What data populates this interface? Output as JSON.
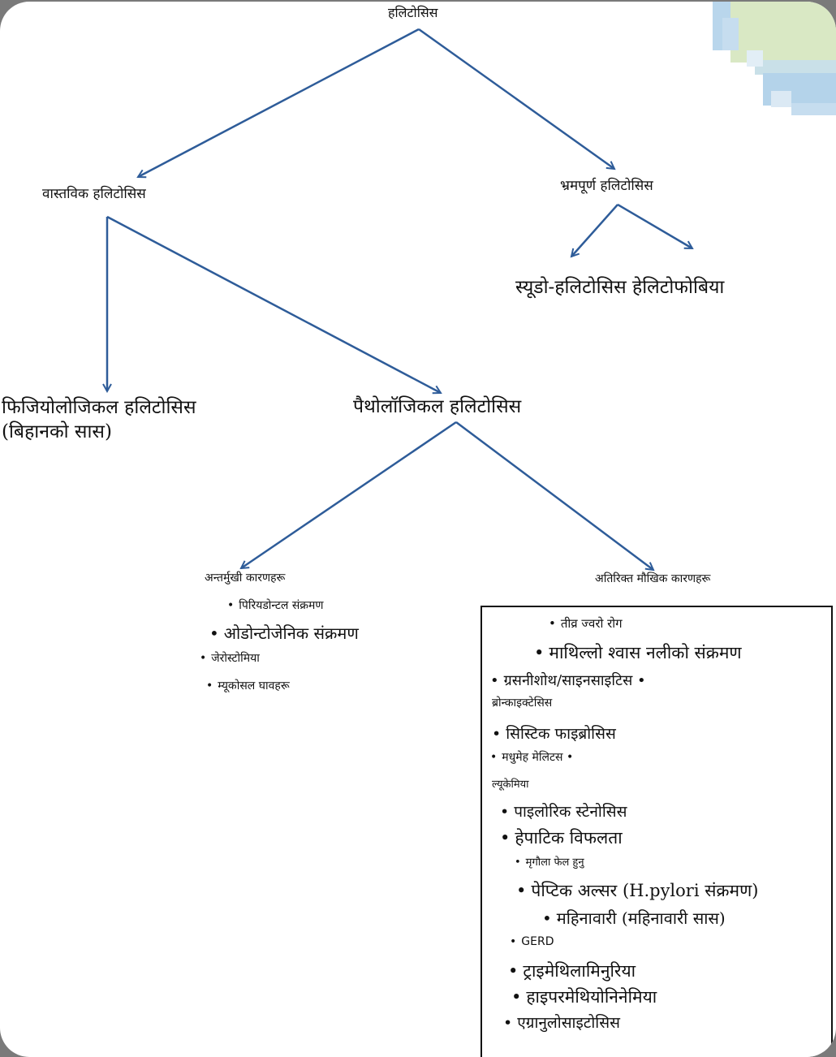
{
  "diagram": {
    "root": "हलिटोसिस",
    "genuine": {
      "label": "वास्तविक हलिटोसिस",
      "physiological": "फिजियोलोजिकल हलिटोसिस (बिहानको सास)",
      "pathological": {
        "label": "पैथोलॉजिकल हलिटोसिस",
        "intraoral": {
          "label": "अन्तर्मुखी कारणहरू",
          "items": [
            "पिरियडोन्टल संक्रमण",
            "ओडोन्टोजेनिक संक्रमण",
            "जेरोस्टोमिया",
            "म्यूकोसल घावहरू"
          ]
        },
        "extraoral": {
          "label": "अतिरिक्त मौखिक कारणहरू",
          "items": [
            "तीव्र ज्वरो रोग",
            "माथिल्लो श्वास नलीको संक्रमण",
            "ग्रसनीशोथ/साइनसाइटिस •",
            "ब्रोन्काइक्टेसिस",
            "सिस्टिक फाइब्रोसिस",
            "मधुमेह मेलिटस •",
            "ल्यूकेमिया",
            "पाइलोरिक स्टेनोसिस",
            "हेपाटिक विफलता",
            "मृगौला फेल हुनु",
            "पेप्टिक अल्सर (H.pylori संक्रमण)",
            "महिनावारी (महिनावारी सास)",
            "GERD",
            "ट्राइमेथिलामिनुरिया",
            "हाइपरमेथियोनिनेमिया",
            "एग्रानुलोसाइटोसिस"
          ]
        }
      }
    },
    "imaginary": {
      "label": "भ्रमपूर्ण हलिटोसिस",
      "children_text": "स्यूडो-हलिटोसिस हेलिटोफोबिया"
    },
    "bullet": "•",
    "colors": {
      "arrow": "#2e5c99",
      "text": "#111111",
      "deco_green": "#d9e8c4",
      "deco_blue": "#b4d3ea"
    }
  }
}
